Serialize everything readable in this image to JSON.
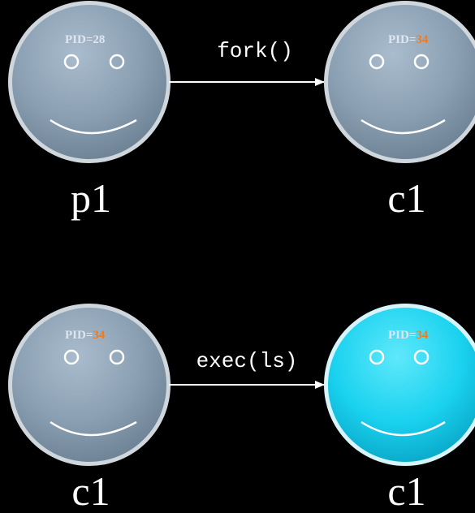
{
  "diagram": {
    "rows": [
      {
        "left": {
          "pid_label": "PID=",
          "pid_value": "28",
          "pid_value_color": "#dfe6ee",
          "name": "p1",
          "face_color": "gray"
        },
        "call": "fork()",
        "right": {
          "pid_label": "PID=",
          "pid_value": "34",
          "pid_value_color": "#f07a1e",
          "name": "c1",
          "face_color": "gray"
        }
      },
      {
        "left": {
          "pid_label": "PID=",
          "pid_value": "34",
          "pid_value_color": "#f07a1e",
          "name": "c1",
          "face_color": "gray"
        },
        "call": "exec(ls)",
        "right": {
          "pid_label": "PID=",
          "pid_value": "34",
          "pid_value_color": "#f07a1e",
          "name": "c1",
          "face_color": "cyan"
        }
      }
    ],
    "colors": {
      "background": "#000000",
      "text": "#ffffff",
      "pid_label": "#dfe6ee",
      "pid_highlight": "#f07a1e",
      "face_gray": "#8a9fb1",
      "face_cyan": "#1ad6f2",
      "arrow": "#ffffff"
    }
  }
}
